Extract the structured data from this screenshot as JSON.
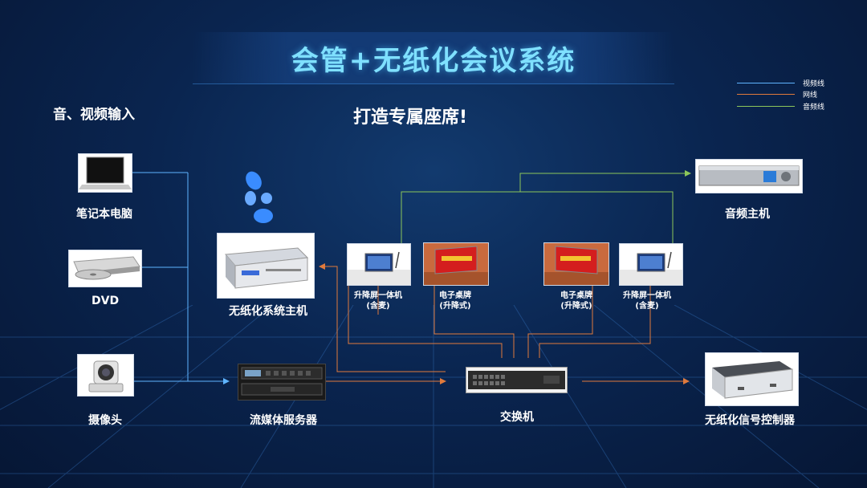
{
  "title": "会管+无纸化会议系统",
  "subtitle": "打造专属座席!",
  "section_label": "音、视频输入",
  "legend": [
    {
      "label": "视频线",
      "color": "#5fb4ff"
    },
    {
      "label": "网线",
      "color": "#e07a3c"
    },
    {
      "label": "音频线",
      "color": "#8cc65a"
    }
  ],
  "devices": {
    "laptop": "笔记本电脑",
    "dvd": "DVD",
    "camera": "摄像头",
    "paperless_host": "无纸化系统主机",
    "streaming_server": "流媒体服务器",
    "switch": "交换机",
    "audio_host": "音频主机",
    "signal_controller": "无纸化信号控制器",
    "lift_screen_left_1": "升降屏一体机",
    "lift_screen_left_2": "(含麦)",
    "nameplate_left_1": "电子桌牌",
    "nameplate_left_2": "(升降式)",
    "nameplate_right_1": "电子桌牌",
    "nameplate_right_2": "(升降式)",
    "lift_screen_right_1": "升降屏一体机",
    "lift_screen_right_2": "(含麦)"
  }
}
